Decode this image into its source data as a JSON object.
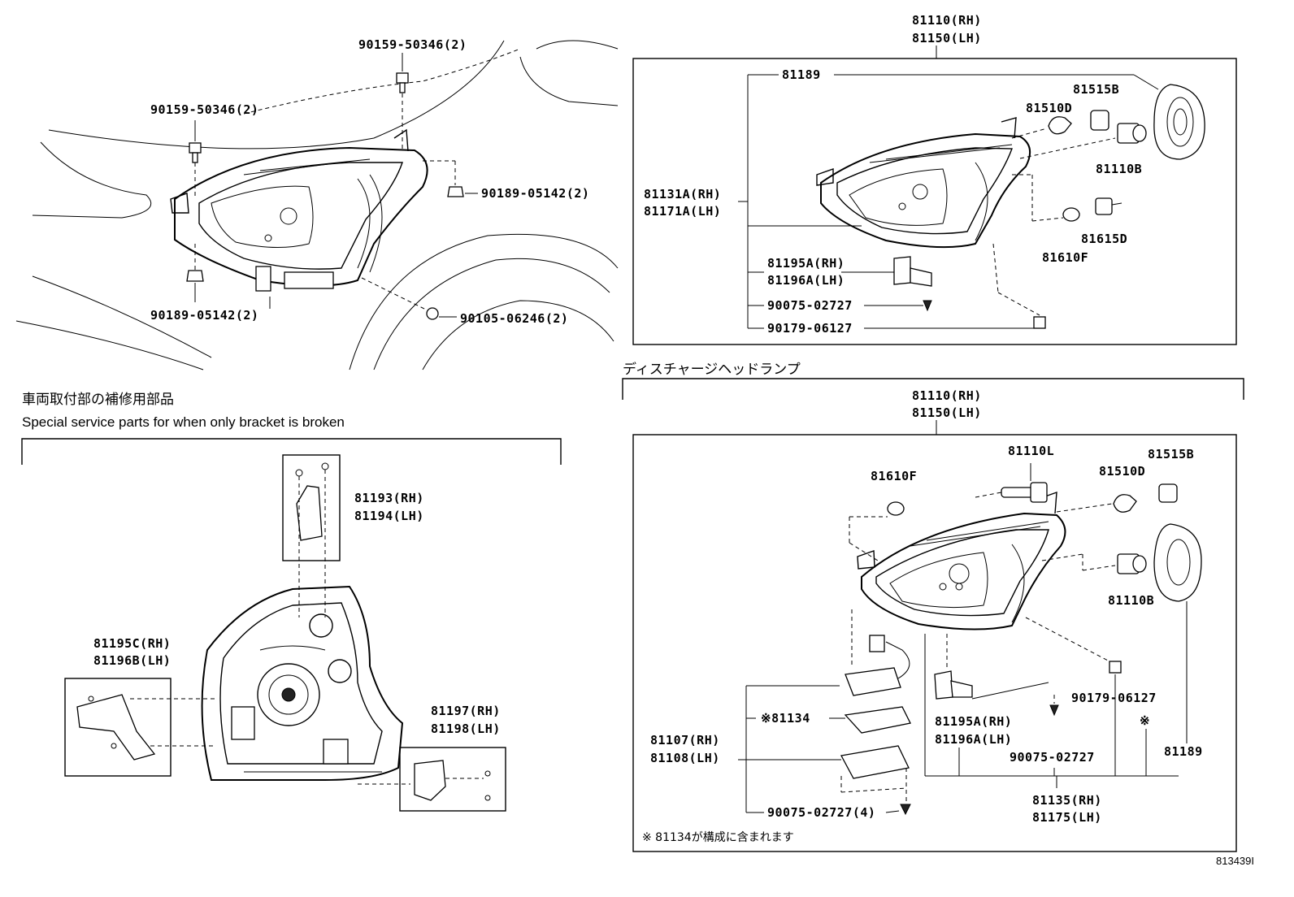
{
  "top_left": {
    "labels": {
      "bolt_top": "90159-50346(2)",
      "bolt_left": "90159-50346(2)",
      "clip_right": "90189-05142(2)",
      "clip_bottom": "90189-05142(2)",
      "screw_bottom": "90105-06246(2)"
    }
  },
  "top_right": {
    "assembly_rh": "81110(RH)",
    "assembly_lh": "81150(LH)",
    "labels": {
      "p81189": "81189",
      "p81131a_rh": "81131A(RH)",
      "p81171a_lh": "81171A(LH)",
      "p81195a_rh": "81195A(RH)",
      "p81196a_lh": "81196A(LH)",
      "p90075": "90075-02727",
      "p90179": "90179-06127",
      "p81515b": "81515B",
      "p81510d": "81510D",
      "p81110b": "81110B",
      "p81615d": "81615D",
      "p81610f": "81610F"
    }
  },
  "special": {
    "title_jp": "車両取付部の補修用部品",
    "title_en": "Special service parts for when only bracket is broken",
    "labels": {
      "p81193_rh": "81193(RH)",
      "p81194_lh": "81194(LH)",
      "p81195c_rh": "81195C(RH)",
      "p81196b_lh": "81196B(LH)",
      "p81197_rh": "81197(RH)",
      "p81198_lh": "81198(LH)"
    }
  },
  "discharge": {
    "title_jp": "ディスチャージヘッドランプ",
    "assembly_rh": "81110(RH)",
    "assembly_lh": "81150(LH)",
    "labels": {
      "p81610f": "81610F",
      "p81110l": "81110L",
      "p81515b": "81515B",
      "p81510d": "81510D",
      "p81110b": "81110B",
      "p81134": "※81134",
      "p81107_rh": "81107(RH)",
      "p81108_lh": "81108(LH)",
      "p90075_4": "90075-02727(4)",
      "p81195a_rh": "81195A(RH)",
      "p81196a_lh": "81196A(LH)",
      "p90075": "90075-02727",
      "p90179": "90179-06127",
      "mark": "※",
      "p81189": "81189",
      "p81135_rh": "81135(RH)",
      "p81175_lh": "81175(LH)"
    },
    "note": "※ 81134が構成に含まれます"
  },
  "diagram_code": "813439I"
}
